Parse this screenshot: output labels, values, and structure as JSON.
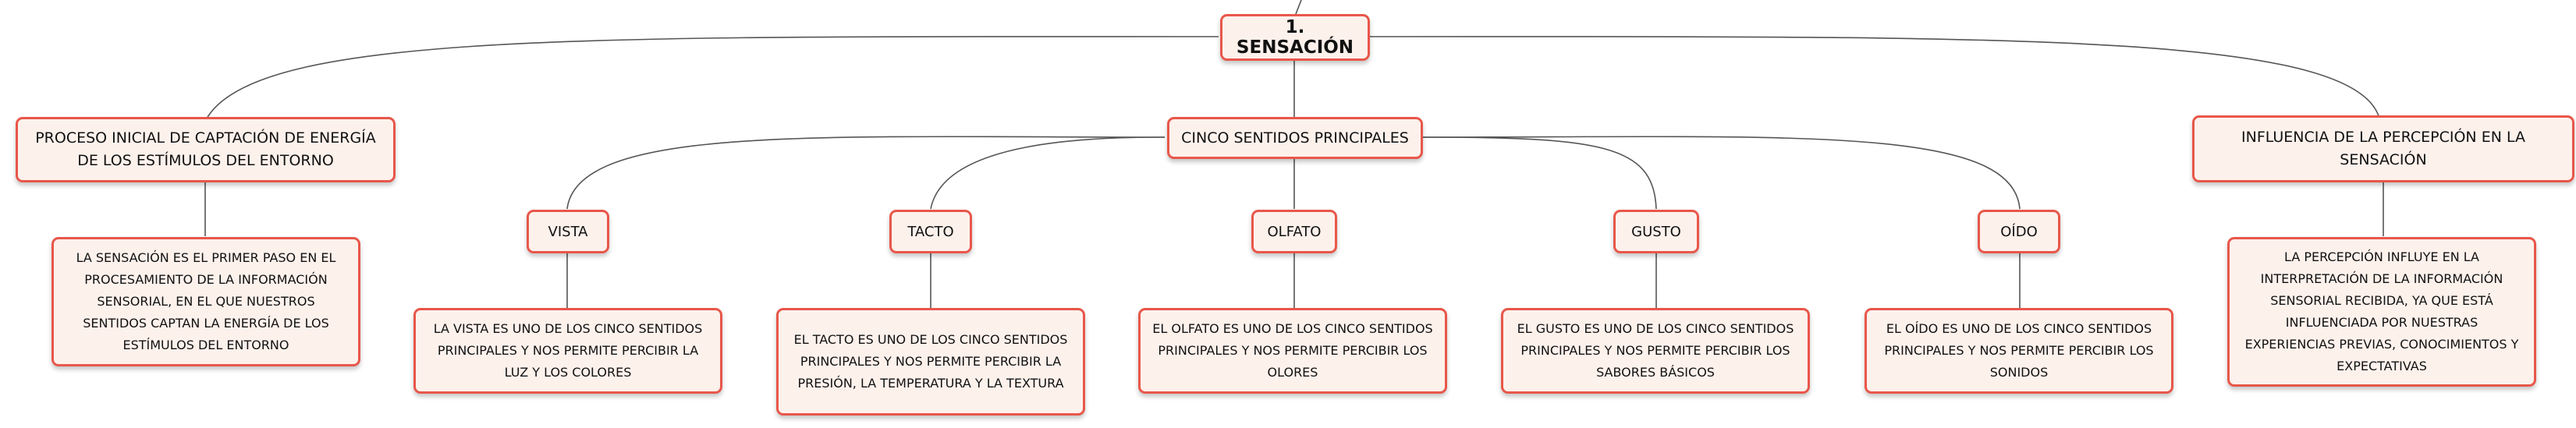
{
  "root": {
    "label": "1. SENSACIÓN"
  },
  "branches": {
    "left": {
      "label": "PROCESO INICIAL DE CAPTACIÓN DE ENERGÍA DE LOS ESTÍMULOS DEL ENTORNO",
      "detail": "LA SENSACIÓN ES EL PRIMER PASO EN EL PROCESAMIENTO DE LA INFORMACIÓN SENSORIAL, EN EL QUE NUESTROS SENTIDOS CAPTAN LA ENERGÍA DE LOS ESTÍMULOS DEL ENTORNO"
    },
    "center": {
      "label": "CINCO SENTIDOS PRINCIPALES"
    },
    "right": {
      "label": "INFLUENCIA DE LA PERCEPCIÓN EN LA SENSACIÓN",
      "detail": "LA PERCEPCIÓN INFLUYE EN LA INTERPRETACIÓN DE LA INFORMACIÓN SENSORIAL RECIBIDA, YA QUE ESTÁ INFLUENCIADA POR NUESTRAS EXPERIENCIAS PREVIAS, CONOCIMIENTOS Y EXPECTATIVAS"
    }
  },
  "senses": [
    {
      "label": "VISTA",
      "detail": "LA VISTA ES UNO DE LOS CINCO SENTIDOS PRINCIPALES Y NOS PERMITE PERCIBIR LA LUZ Y LOS COLORES"
    },
    {
      "label": "TACTO",
      "detail": "EL TACTO ES UNO DE LOS CINCO SENTIDOS PRINCIPALES Y NOS PERMITE PERCIBIR LA PRESIÓN, LA TEMPERATURA Y LA TEXTURA"
    },
    {
      "label": "OLFATO",
      "detail": "EL OLFATO ES UNO DE LOS CINCO SENTIDOS PRINCIPALES Y NOS PERMITE PERCIBIR LOS OLORES"
    },
    {
      "label": "GUSTO",
      "detail": "EL GUSTO ES UNO DE LOS CINCO SENTIDOS PRINCIPALES Y NOS PERMITE PERCIBIR LOS SABORES BÁSICOS"
    },
    {
      "label": "OÍDO",
      "detail": "EL OÍDO ES UNO DE LOS CINCO SENTIDOS PRINCIPALES Y NOS PERMITE PERCIBIR LOS SONIDOS"
    }
  ],
  "colors": {
    "node_border": "#e8574a",
    "node_fill": "#fdf1ec",
    "connector": "#555555"
  }
}
